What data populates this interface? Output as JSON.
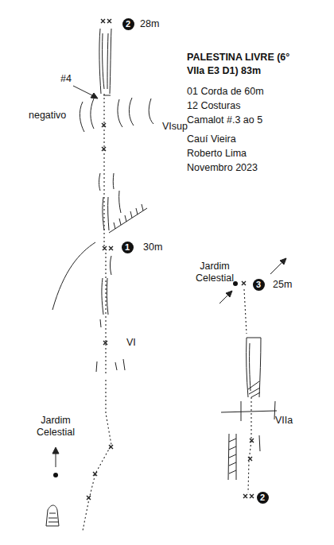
{
  "diagram": {
    "title": "PALESTINA LIVRE (6° VIIa E3 D1) 83m",
    "nodes": [
      {
        "text": [
          "2"
        ]
      },
      {
        "text": [
          "1"
        ]
      },
      {
        "text": [
          "3"
        ]
      },
      {
        "text": [
          "2"
        ]
      }
    ],
    "labels": [
      "28m",
      "01 Corda de 60m",
      "12 Costuras",
      "Camalot #.3 ao 5",
      "Cauí Vieira",
      "Roberto Lima",
      "Novembro 2023",
      "#4",
      "negativo",
      "VIsup",
      "30m",
      "VI",
      "Jardim Celestial",
      "Jardim Celestial",
      "25m",
      "VIIa"
    ]
  }
}
